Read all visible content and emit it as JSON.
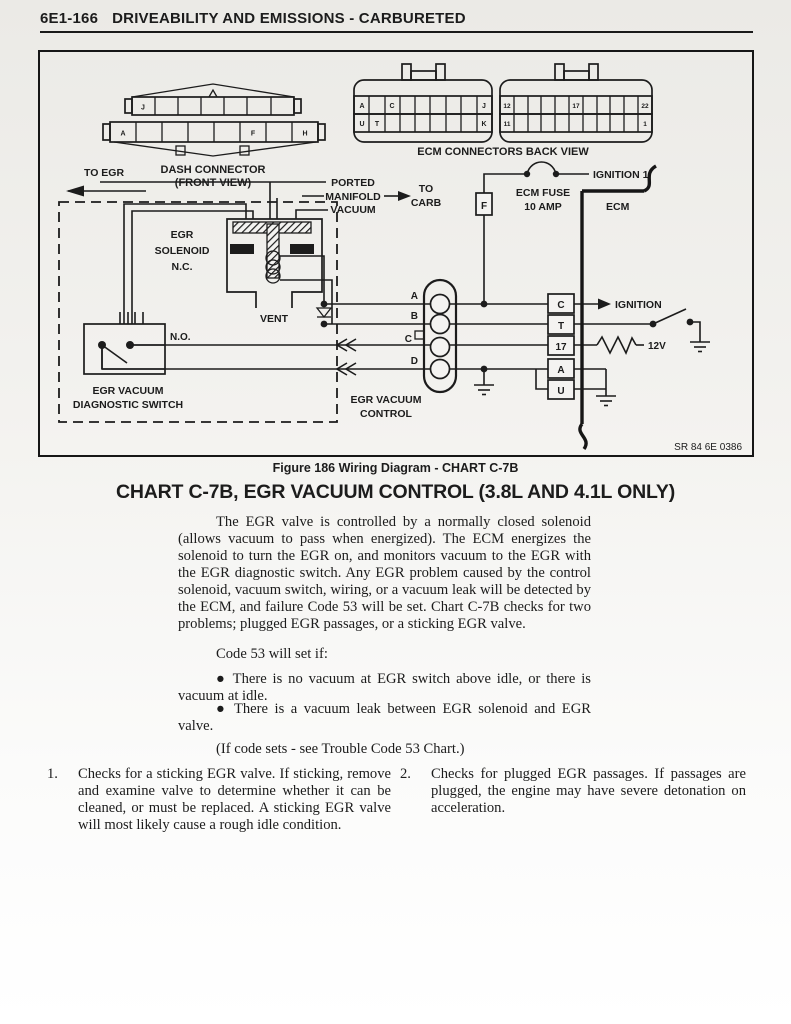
{
  "colors": {
    "ink": "#1c1c1c",
    "paper": "#f4f3f1"
  },
  "header": {
    "page_code": "6E1-166",
    "section_title": "DRIVEABILITY AND EMISSIONS - CARBURETED"
  },
  "figure": {
    "caption": "Figure 186 Wiring Diagram - CHART C-7B",
    "ref_code": "SR 84 6E 0386",
    "dash_connector": {
      "title": "DASH CONNECTOR",
      "subtitle": "(FRONT VIEW)",
      "top_row": [
        "J",
        "",
        "",
        "",
        "",
        "",
        ""
      ],
      "bottom_row": [
        "A",
        "",
        "",
        "",
        "",
        "F",
        "",
        "H"
      ]
    },
    "ecm_connectors": {
      "title": "ECM CONNECTORS BACK VIEW",
      "left_top_row": [
        "A",
        "",
        "C",
        "",
        "",
        "",
        "",
        "",
        "J"
      ],
      "left_bottom_row": [
        "U",
        "T",
        "",
        "",
        "",
        "",
        "",
        "",
        "K"
      ],
      "right_top_row": [
        "12",
        "",
        "",
        "",
        "",
        "17",
        "",
        "",
        "",
        "",
        "22"
      ],
      "right_bottom_row": [
        "11",
        "",
        "",
        "",
        "",
        "",
        "",
        "",
        "",
        "",
        "1"
      ]
    },
    "labels": {
      "to_egr": "TO EGR",
      "ported": "PORTED",
      "manifold": "MANIFOLD",
      "vacuum": "VACUUM",
      "to": "TO",
      "carb": "CARB",
      "egr": "EGR",
      "solenoid": "SOLENOID",
      "nc": "N.C.",
      "vent": "VENT",
      "no": "N.O.",
      "switch_line1": "EGR VACUUM",
      "switch_line2": "DIAGNOSTIC SWITCH",
      "control_line1": "EGR VACUUM",
      "control_line2": "CONTROL",
      "wire_a": "A",
      "wire_b": "B",
      "wire_c": "C",
      "wire_d": "D",
      "fuse_f": "F",
      "fuse_line1": "ECM FUSE",
      "fuse_line2": "10 AMP",
      "ignition1": "IGNITION 1",
      "ecm": "ECM",
      "ignition": "IGNITION",
      "twelve_v": "12V",
      "pin_c": "C",
      "pin_t": "T",
      "pin_17": "17",
      "pin_a": "A",
      "pin_u": "U"
    }
  },
  "article": {
    "title": "CHART C-7B, EGR VACUUM CONTROL (3.8L AND 4.1L ONLY)",
    "paragraph": "The EGR valve is controlled by a normally closed solenoid (allows vacuum to pass when energized). The ECM energizes the solenoid to turn the EGR on, and monitors vacuum to the EGR with the EGR diagnostic switch. Any EGR problem caused by the control solenoid, vacuum switch, wiring, or a vacuum leak will be detected by the ECM, and failure Code 53 will be set. Chart C-7B checks for two problems; plugged EGR passages, or a sticking EGR valve.",
    "code_intro": "Code 53 will set if:",
    "bullet_glyph": "●",
    "bullets": [
      "There is no vacuum at EGR switch above idle, or there is vacuum at idle.",
      "There is a vacuum leak between EGR solenoid and EGR valve."
    ],
    "note": "(If code sets - see Trouble Code 53 Chart.)",
    "steps": [
      {
        "num": "1.",
        "text": "Checks for a sticking EGR valve. If sticking, remove and examine valve to determine whether it can be cleaned, or must be replaced. A sticking EGR valve will most likely cause a rough idle condition."
      },
      {
        "num": "2.",
        "text": "Checks for plugged EGR passages. If passages are plugged, the engine may have severe detonation on acceleration."
      }
    ]
  }
}
